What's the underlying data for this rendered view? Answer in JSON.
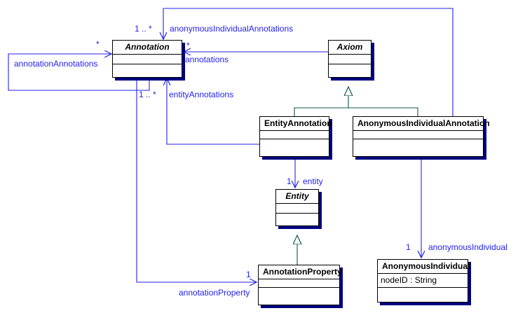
{
  "diagram": {
    "kind": "uml-class-diagram",
    "colors": {
      "association": "#2222ee",
      "generalization": "#13544d",
      "class_border": "#000000",
      "class_shadow": "#000080",
      "class_fill": "#ffffff",
      "label_text": "#2222ee",
      "background": "#ffffff"
    },
    "classes": [
      {
        "id": "annotation",
        "name": "Annotation",
        "abstract": true,
        "attributes": [],
        "operations": []
      },
      {
        "id": "axiom",
        "name": "Axiom",
        "abstract": true,
        "attributes": [],
        "operations": []
      },
      {
        "id": "entity_annotation",
        "name": "EntityAnnotation",
        "abstract": false,
        "attributes": [],
        "operations": []
      },
      {
        "id": "anonymous_individual_annotation",
        "name": "AnonymousIndividualAnnotation",
        "abstract": false,
        "attributes": [],
        "operations": []
      },
      {
        "id": "entity",
        "name": "Entity",
        "abstract": true,
        "attributes": [],
        "operations": []
      },
      {
        "id": "annotation_property",
        "name": "AnnotationProperty",
        "abstract": false,
        "attributes": [],
        "operations": []
      },
      {
        "id": "anonymous_individual",
        "name": "AnonymousIndividual",
        "abstract": false,
        "attributes": [
          "nodeID : String"
        ],
        "operations": []
      }
    ],
    "associations": [
      {
        "id": "annotation_annotations",
        "role": "annotationAnnotations",
        "multiplicity": "*",
        "from": "annotation",
        "to": "annotation"
      },
      {
        "id": "anonymous_individual_annotations",
        "role": "anonymousIndividualAnnotations",
        "multiplicity": "1 .. *",
        "from": "anonymous_individual_annotation",
        "to": "annotation"
      },
      {
        "id": "annotations",
        "role": "annotations",
        "multiplicity": "*",
        "from": "axiom",
        "to": "annotation"
      },
      {
        "id": "entity_annotations",
        "role": "entityAnnotations",
        "multiplicity": "1 .. *",
        "from": "entity_annotation",
        "to": "annotation"
      },
      {
        "id": "entity",
        "role": "entity",
        "multiplicity": "1",
        "from": "entity_annotation",
        "to": "entity"
      },
      {
        "id": "anonymous_individual",
        "role": "anonymousIndividual",
        "multiplicity": "1",
        "from": "anonymous_individual_annotation",
        "to": "anonymous_individual"
      },
      {
        "id": "annotation_property",
        "role": "annotationProperty",
        "multiplicity": "1",
        "from": "annotation",
        "to": "annotation_property"
      }
    ],
    "generalizations": [
      {
        "sub": "entity_annotation",
        "super": "axiom"
      },
      {
        "sub": "anonymous_individual_annotation",
        "super": "axiom"
      },
      {
        "sub": "annotation_property",
        "super": "entity"
      }
    ]
  }
}
